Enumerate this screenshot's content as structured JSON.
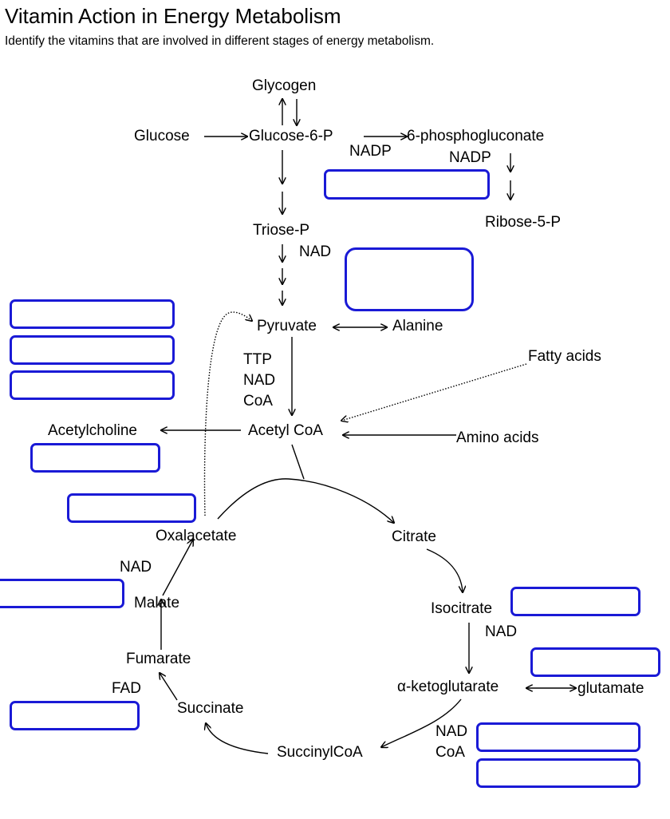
{
  "header": {
    "title": "Vitamin Action in Energy Metabolism",
    "subtitle": "Identify the vitamins that are involved in different stages of energy metabolism."
  },
  "diagram": {
    "glycogen": "Glycogen",
    "glucose": "Glucose",
    "glucose6p": "Glucose-6-P",
    "phosphogluconate": "6-phosphogluconate",
    "nadp1": "NADP",
    "nadp2": "NADP",
    "ribose5p": "Ribose-5-P",
    "triosep": "Triose-P",
    "nad_glycolysis": "NAD",
    "pyruvate": "Pyruvate",
    "alanine": "Alanine",
    "ttp": "TTP",
    "nad_pdh": "NAD",
    "coa_pdh": "CoA",
    "fatty_acids": "Fatty acids",
    "acetyl_coa": "Acetyl CoA",
    "amino_acids": "Amino acids",
    "acetylcholine": "Acetylcholine",
    "oxalacetate": "Oxalacetate",
    "citrate": "Citrate",
    "nad_malate": "NAD",
    "malate": "Malate",
    "isocitrate": "Isocitrate",
    "nad_icdh": "NAD",
    "fumarate": "Fumarate",
    "fad": "FAD",
    "succinate": "Succinate",
    "alpha_kg": "α-ketoglutarate",
    "glutamate": "glutamate",
    "succinyl_coa": "SuccinylCoA",
    "nad_akgdh": "NAD",
    "coa_akgdh": "CoA"
  },
  "answer_box_color": "#1a1ad6"
}
